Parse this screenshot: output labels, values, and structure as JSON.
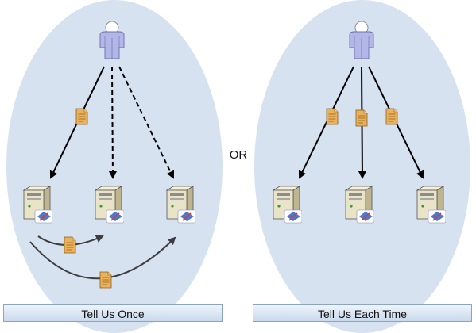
{
  "diagram": {
    "left_panel": {
      "caption": "Tell Us Once",
      "user_icon": "person-icon",
      "server_icon": "server-icon",
      "document_icon": "document-icon"
    },
    "separator": "OR",
    "right_panel": {
      "caption": "Tell Us Each Time",
      "user_icon": "person-icon",
      "server_icon": "server-icon",
      "document_icon": "document-icon"
    }
  },
  "colors": {
    "ellipse_fill": "#d6e2f0",
    "person_body": "#b3b7e8",
    "server_body": "#e9e3c7",
    "document": "#eab15a",
    "connector": "#000000",
    "sync_connector": "#3e3e3e"
  }
}
